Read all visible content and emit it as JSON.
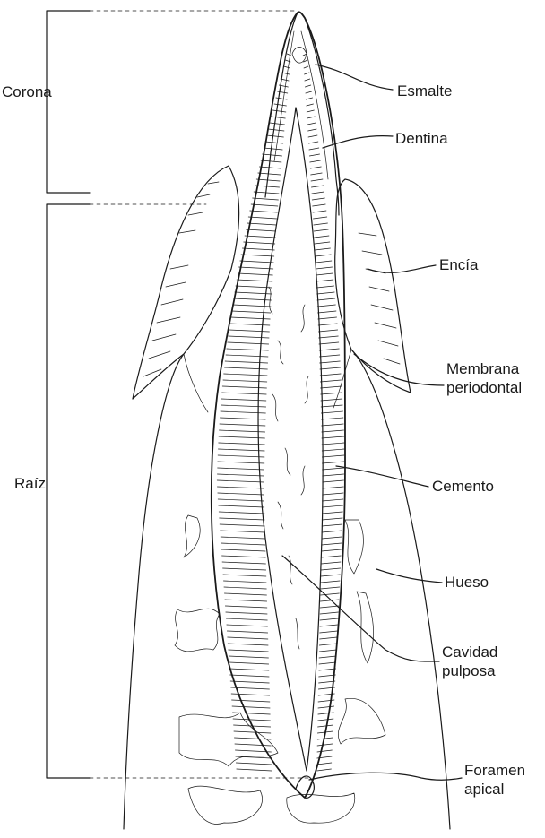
{
  "regions": {
    "crown": "Corona",
    "root": "Raíz"
  },
  "labels": {
    "enamel": "Esmalte",
    "dentin": "Dentina",
    "gum": "Encía",
    "periodontal_1": "Membrana",
    "periodontal_2": "periodontal",
    "cementum": "Cemento",
    "bone": "Hueso",
    "pulp_1": "Cavidad",
    "pulp_2": "pulposa",
    "foramen_1": "Foramen",
    "foramen_2": "apical"
  }
}
